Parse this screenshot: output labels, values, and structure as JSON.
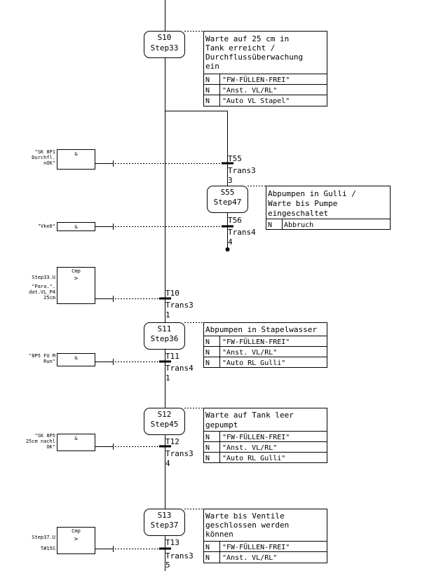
{
  "steps": [
    {
      "id": "s10",
      "name": "S10",
      "label": "Step33",
      "comment": [
        "Warte auf 25 cm in",
        "Tank erreicht /",
        "Durchflussüberwachung",
        "ein"
      ],
      "actions": [
        {
          "q": "N",
          "t": "\"FW-FÜLLEN-FREI\""
        },
        {
          "q": "N",
          "t": "\"Anst. VL/RL\""
        },
        {
          "q": "N",
          "t": "\"Auto VL Stapel\""
        }
      ]
    },
    {
      "id": "s55",
      "name": "S55",
      "label": "Step47",
      "comment": [
        "Abpumpen in Gulli /",
        "Warte bis Pumpe",
        "eingeschaltet"
      ],
      "actions": [
        {
          "q": "N",
          "t": "Abbruch"
        }
      ]
    },
    {
      "id": "s11",
      "name": "S11",
      "label": "Step36",
      "comment": [
        "Abpumpen in Stapelwasser"
      ],
      "actions": [
        {
          "q": "N",
          "t": "\"FW-FÜLLEN-FREI\""
        },
        {
          "q": "N",
          "t": "\"Anst. VL/RL\""
        },
        {
          "q": "N",
          "t": "\"Auto RL Gulli\""
        }
      ]
    },
    {
      "id": "s12",
      "name": "S12",
      "label": "Step45",
      "comment": [
        "Warte auf Tank leer",
        "gepumpt"
      ],
      "actions": [
        {
          "q": "N",
          "t": "\"FW-FÜLLEN-FREI\""
        },
        {
          "q": "N",
          "t": "\"Anst. VL/RL\""
        },
        {
          "q": "N",
          "t": "\"Auto RL Gulli\""
        }
      ]
    },
    {
      "id": "s13",
      "name": "S13",
      "label": "Step37",
      "comment": [
        "Warte bis Ventile",
        "geschlossen werden",
        "können"
      ],
      "actions": [
        {
          "q": "N",
          "t": "\"FW-FÜLLEN-FREI\""
        },
        {
          "q": "N",
          "t": "\"Anst. VL/RL\""
        }
      ]
    }
  ],
  "transitions": [
    {
      "id": "t55",
      "name": "T55",
      "label": "Trans3",
      "num": "3"
    },
    {
      "id": "t56",
      "name": "T56",
      "label": "Trans4",
      "num": "4"
    },
    {
      "id": "t10",
      "name": "T10",
      "label": "Trans3",
      "num": "1"
    },
    {
      "id": "t11",
      "name": "T11",
      "label": "Trans4",
      "num": "1"
    },
    {
      "id": "t12",
      "name": "T12",
      "label": "Trans3",
      "num": "4"
    },
    {
      "id": "t13",
      "name": "T13",
      "label": "Trans3",
      "num": "5"
    }
  ],
  "conditions": [
    {
      "id": "c55",
      "type": "&",
      "inputs": [
        "\"SK 8P1",
        "Durchfl.",
        "nOK\""
      ]
    },
    {
      "id": "c56",
      "type": "&",
      "inputs": [
        "\"Vke0\""
      ]
    },
    {
      "id": "c10",
      "type": "Cmp",
      "op": ">",
      "inputs": [
        "Step33.U",
        "\"Para.\".",
        "dat.VL_P4",
        "25cm"
      ]
    },
    {
      "id": "c11",
      "type": "&",
      "inputs": [
        "\"8P5 FU M",
        "Run\""
      ]
    },
    {
      "id": "c12",
      "type": "&",
      "inputs": [
        "\"SK 8P5",
        "25cm nachl",
        "OK\""
      ]
    },
    {
      "id": "c13",
      "type": "Cmp",
      "op": ">",
      "inputs": [
        "Step37.U",
        "T#15S"
      ]
    }
  ]
}
